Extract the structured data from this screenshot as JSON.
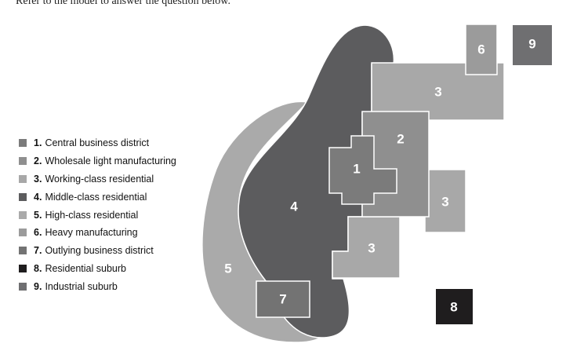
{
  "header": {
    "text": "Refer to the model to answer the question below."
  },
  "colors": {
    "zone1": "#7b7b7b",
    "zone2": "#8f8f8f",
    "zone3": "#a8a8a8",
    "zone4": "#5c5c5e",
    "zone5": "#aaaaaa",
    "zone6": "#9b9b9b",
    "zone7": "#737373",
    "zone8": "#1f1d1e",
    "zone9": "#6f6f71",
    "outline": "#ffffff"
  },
  "legend": [
    {
      "num": "1.",
      "label": "Central business district",
      "color": "#7b7b7b"
    },
    {
      "num": "2.",
      "label": "Wholesale light manufacturing",
      "color": "#8f8f8f"
    },
    {
      "num": "3.",
      "label": "Working-class residential",
      "color": "#a8a8a8"
    },
    {
      "num": "4.",
      "label": "Middle-class residential",
      "color": "#5c5c5e"
    },
    {
      "num": "5.",
      "label": "High-class residential",
      "color": "#aaaaaa"
    },
    {
      "num": "6.",
      "label": "Heavy manufacturing",
      "color": "#9b9b9b"
    },
    {
      "num": "7.",
      "label": "Outlying business district",
      "color": "#737373"
    },
    {
      "num": "8.",
      "label": "Residential suburb",
      "color": "#1f1d1e"
    },
    {
      "num": "9.",
      "label": "Industrial suburb",
      "color": "#6f6f71"
    }
  ],
  "zones": {
    "z1": "1",
    "z2": "2",
    "z3a": "3",
    "z3b": "3",
    "z3c": "3",
    "z4": "4",
    "z5": "5",
    "z6": "6",
    "z7": "7",
    "z8": "8",
    "z9": "9"
  }
}
